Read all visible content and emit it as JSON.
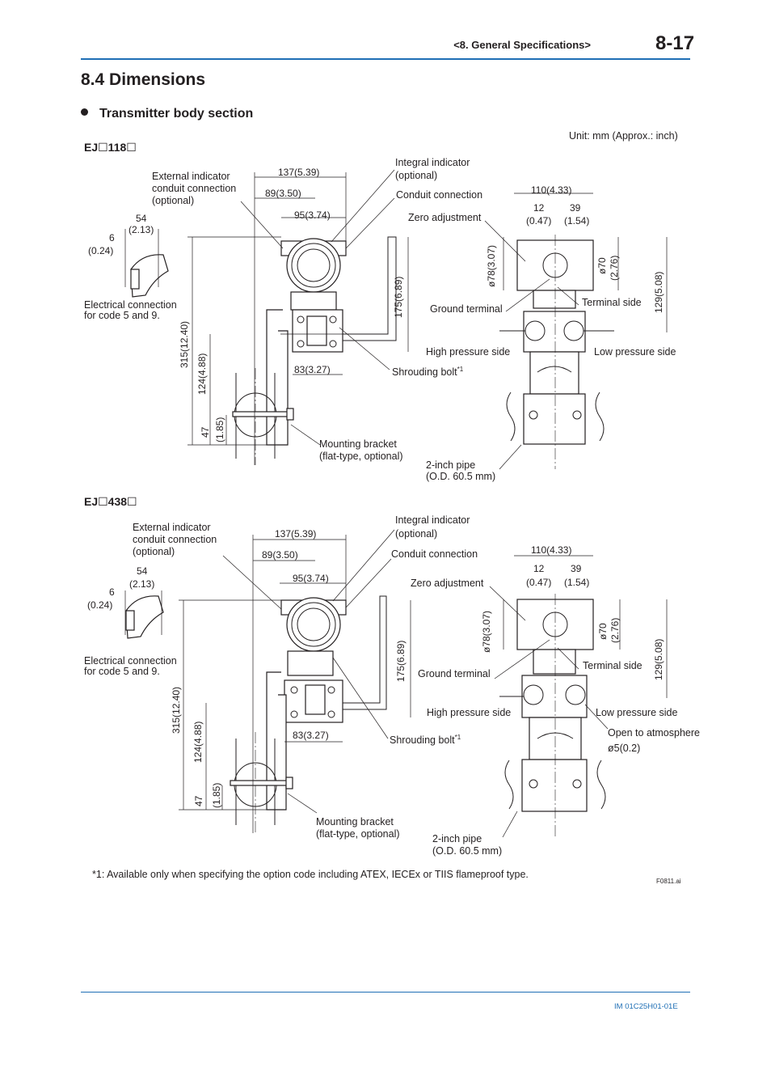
{
  "header": {
    "section": "<8.  General Specifications>",
    "page": "8-17"
  },
  "section_title": "8.4    Dimensions",
  "bullet_heading": "Transmitter body section",
  "unit_note": "Unit: mm (Approx.: inch)",
  "figures": [
    {
      "model": "EJ☐118☐",
      "labels": {
        "ext_conduit_1": "External indicator",
        "ext_conduit_2": "conduit connection",
        "ext_conduit_3": "(optional)",
        "integral_1": "Integral indicator",
        "integral_2": "(optional)",
        "conduit": "Conduit connection",
        "zero": "Zero adjustment",
        "ground": "Ground terminal",
        "terminal": "Terminal side",
        "high": "High pressure side",
        "low": "Low pressure side",
        "shroud": "Shrouding bolt",
        "shroud_sup": "*1",
        "bracket_1": "Mounting bracket",
        "bracket_2": "(flat-type, optional)",
        "pipe_1": "2-inch pipe",
        "pipe_2": "(O.D. 60.5 mm)",
        "elec_1": "Electrical connection",
        "elec_2": "for code 5 and 9.",
        "vent_1": "",
        "vent_2": ""
      },
      "dims": {
        "w137": "137(5.39)",
        "w89": "89(3.50)",
        "w95": "95(3.74)",
        "w83": "83(3.27)",
        "w54a": "54",
        "w54b": "(2.13)",
        "w6a": "6",
        "w6b": "(0.24)",
        "h315": "315(12.40)",
        "h124": "124(4.88)",
        "h47a": "47",
        "h47b": "(1.85)",
        "h175": "175(6.89)",
        "w110": "110(4.33)",
        "w12a": "12",
        "w12b": "(0.47)",
        "w39a": "39",
        "w39b": "(1.54)",
        "d78": "ø78(3.07)",
        "d70a": "ø70",
        "d70b": "(2.76)",
        "h129": "129(5.08)"
      }
    },
    {
      "model": "EJ☐438☐",
      "labels": {
        "ext_conduit_1": "External indicator",
        "ext_conduit_2": "conduit connection",
        "ext_conduit_3": "(optional)",
        "integral_1": "Integral indicator",
        "integral_2": "(optional)",
        "conduit": "Conduit connection",
        "zero": "Zero adjustment",
        "ground": "Ground terminal",
        "terminal": "Terminal side",
        "high": "High pressure side",
        "low": "Low pressure side",
        "shroud": "Shrouding bolt",
        "shroud_sup": "*1",
        "bracket_1": "Mounting bracket",
        "bracket_2": "(flat-type, optional)",
        "pipe_1": "2-inch pipe",
        "pipe_2": "(O.D. 60.5 mm)",
        "elec_1": "Electrical connection",
        "elec_2": "for code 5 and 9.",
        "vent_1": "Open to atmosphere",
        "vent_2": "ø5(0.2)"
      },
      "dims": {
        "w137": "137(5.39)",
        "w89": "89(3.50)",
        "w95": "95(3.74)",
        "w83": "83(3.27)",
        "w54a": "54",
        "w54b": "(2.13)",
        "w6a": "6",
        "w6b": "(0.24)",
        "h315": "315(12.40)",
        "h124": "124(4.88)",
        "h47a": "47",
        "h47b": "(1.85)",
        "h175": "175(6.89)",
        "w110": "110(4.33)",
        "w12a": "12",
        "w12b": "(0.47)",
        "w39a": "39",
        "w39b": "(1.54)",
        "d78": "ø78(3.07)",
        "d70a": "ø70",
        "d70b": "(2.76)",
        "h129": "129(5.08)"
      }
    }
  ],
  "footnote": "*1: Available only when specifying the option code including ATEX, IECEx or TIIS flameproof type.",
  "figure_id": "F0811.ai",
  "doc_number": "IM 01C25H01-01E"
}
